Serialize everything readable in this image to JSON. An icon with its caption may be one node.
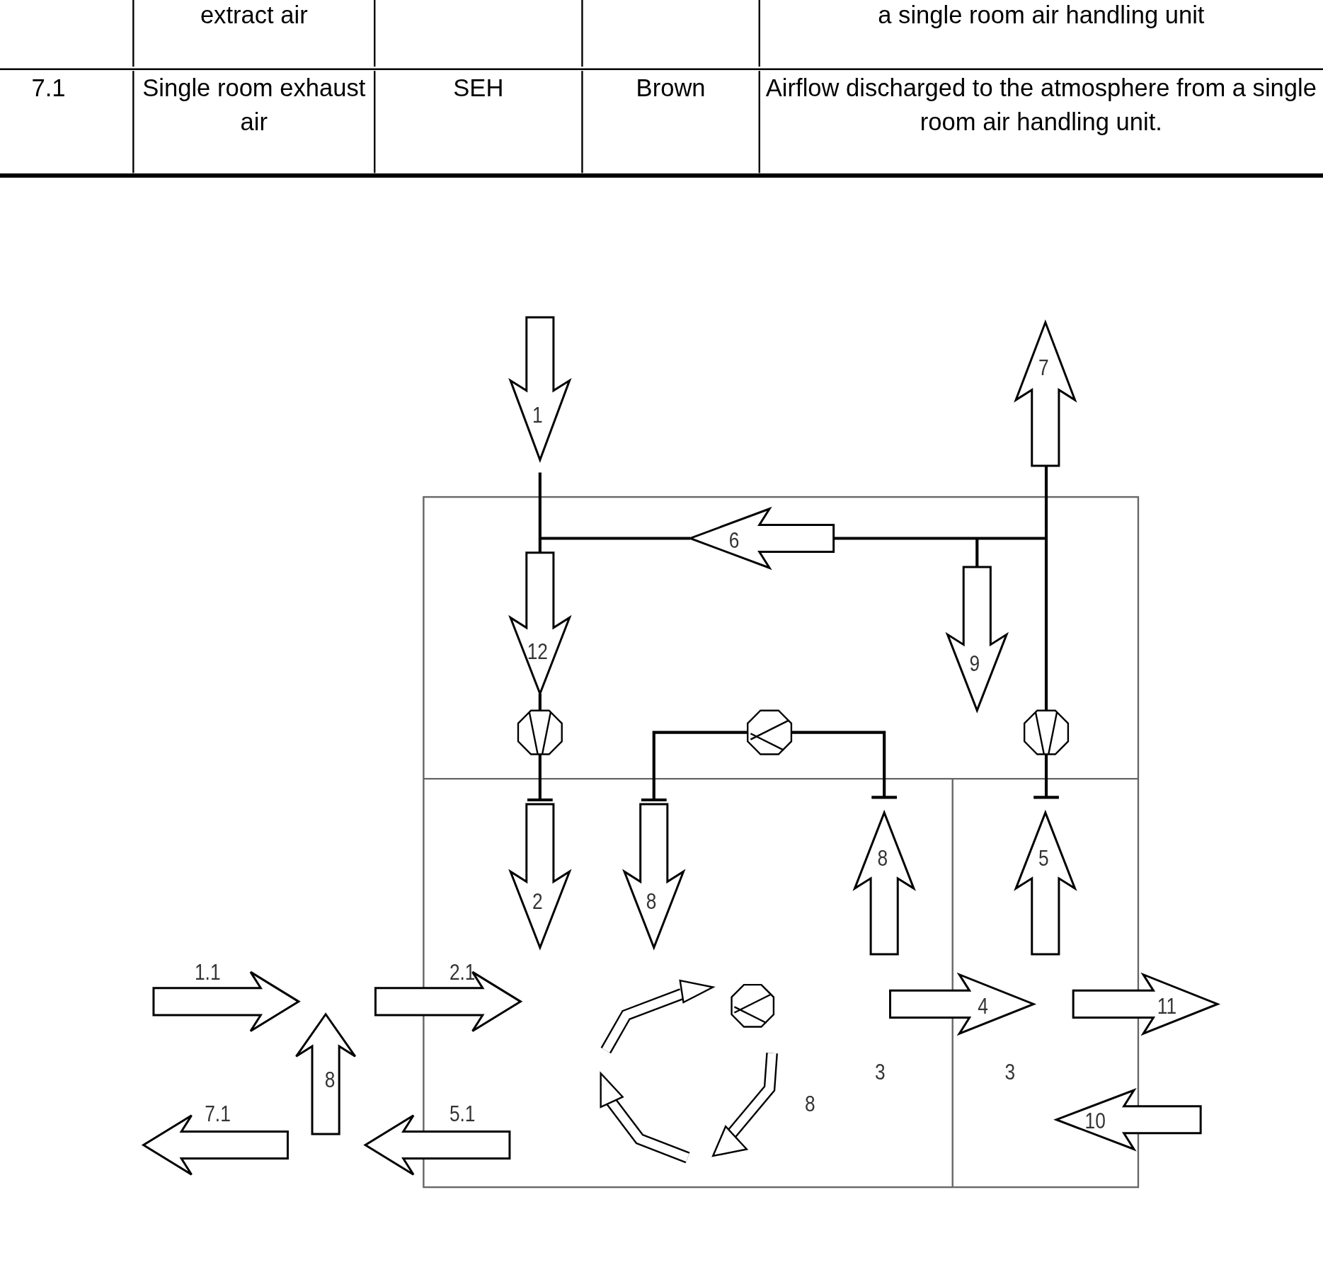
{
  "diagram": {
    "labels": [
      "extract air",
      "a single room air handling unit",
      "7.1",
      "Single room exhaust air",
      "SEH",
      "Brown",
      "Airflow discharged to the atmosphere from a single room air handling unit.",
      "1",
      "7",
      "6",
      "12",
      "9",
      "8",
      "5",
      "2",
      "8",
      "1.1",
      "2.1",
      "4",
      "11",
      "8",
      "3",
      "3",
      "8",
      "7.1",
      "5.1",
      "10"
    ]
  }
}
